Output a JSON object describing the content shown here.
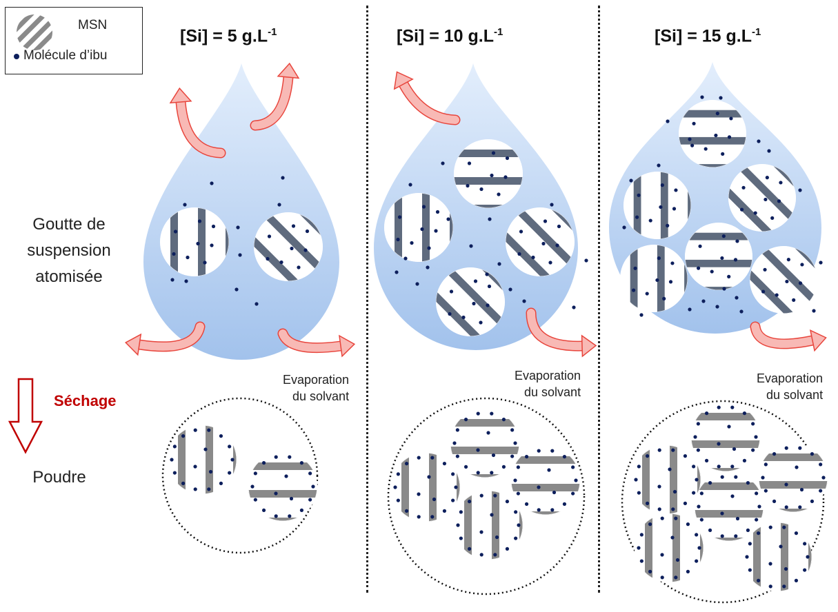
{
  "legend": {
    "msn_label": "MSN",
    "ibu_label": "Molécule d’ibu"
  },
  "columns": [
    {
      "title_main": "[Si] = 5 g.L",
      "title_sup": "-1",
      "evaporation_line1": "Evaporation",
      "evaporation_line2": "du solvant"
    },
    {
      "title_main": "[Si] = 10 g.L",
      "title_sup": "-1",
      "evaporation_line1": "Evaporation",
      "evaporation_line2": "du solvant"
    },
    {
      "title_main": "[Si] = 15 g.L",
      "title_sup": "-1",
      "evaporation_line1": "Evaporation",
      "evaporation_line2": "du solvant"
    }
  ],
  "labels": {
    "drop_line1": "Goutte de",
    "drop_line2": "suspension",
    "drop_line3": "atomisée",
    "drying": "Séchage",
    "powder": "Poudre"
  },
  "colors": {
    "drop_top": "#dbe9fb",
    "drop_bottom": "#a4c4ee",
    "stripe_dark": "#5f6b7e",
    "stripe_grey": "#8a8a8a",
    "dot": "#0d1f5c",
    "arrow_fill": "#f8b9b5",
    "arrow_stroke": "#e8453c",
    "drying_arrow": "#c00000"
  }
}
